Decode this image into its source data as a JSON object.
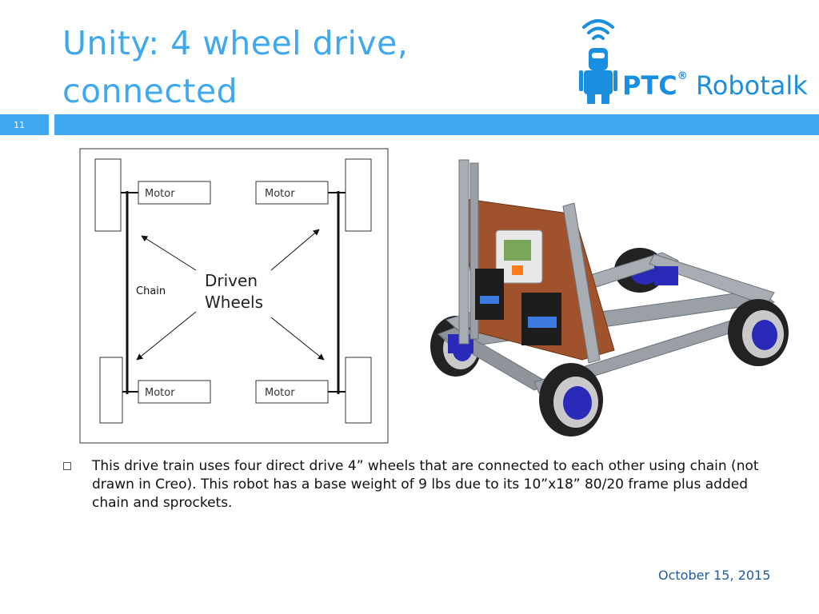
{
  "slide": {
    "title_line1": "Unity: 4 wheel drive,",
    "title_line2": "connected",
    "number": "11",
    "date": "October 15, 2015"
  },
  "logo": {
    "brand": "PTC",
    "registered": "®",
    "product": " Robotalk"
  },
  "diagram": {
    "motor_top_left": "Motor",
    "motor_top_right": "Motor",
    "motor_bottom_left": "Motor",
    "motor_bottom_right": "Motor",
    "chain_label": "Chain",
    "center_line1": "Driven",
    "center_line2": "Wheels"
  },
  "body": {
    "bullet": "This drive train uses four direct drive 4” wheels that are connected to each other using chain (not drawn in Creo). This robot has a base weight of 9 lbs due to its 10”x18” 80/20 frame plus added chain and sprockets."
  },
  "colors": {
    "accent": "#3fa9f0",
    "logo_blue": "#1a8fe0",
    "date_blue": "#1f5aa6"
  }
}
